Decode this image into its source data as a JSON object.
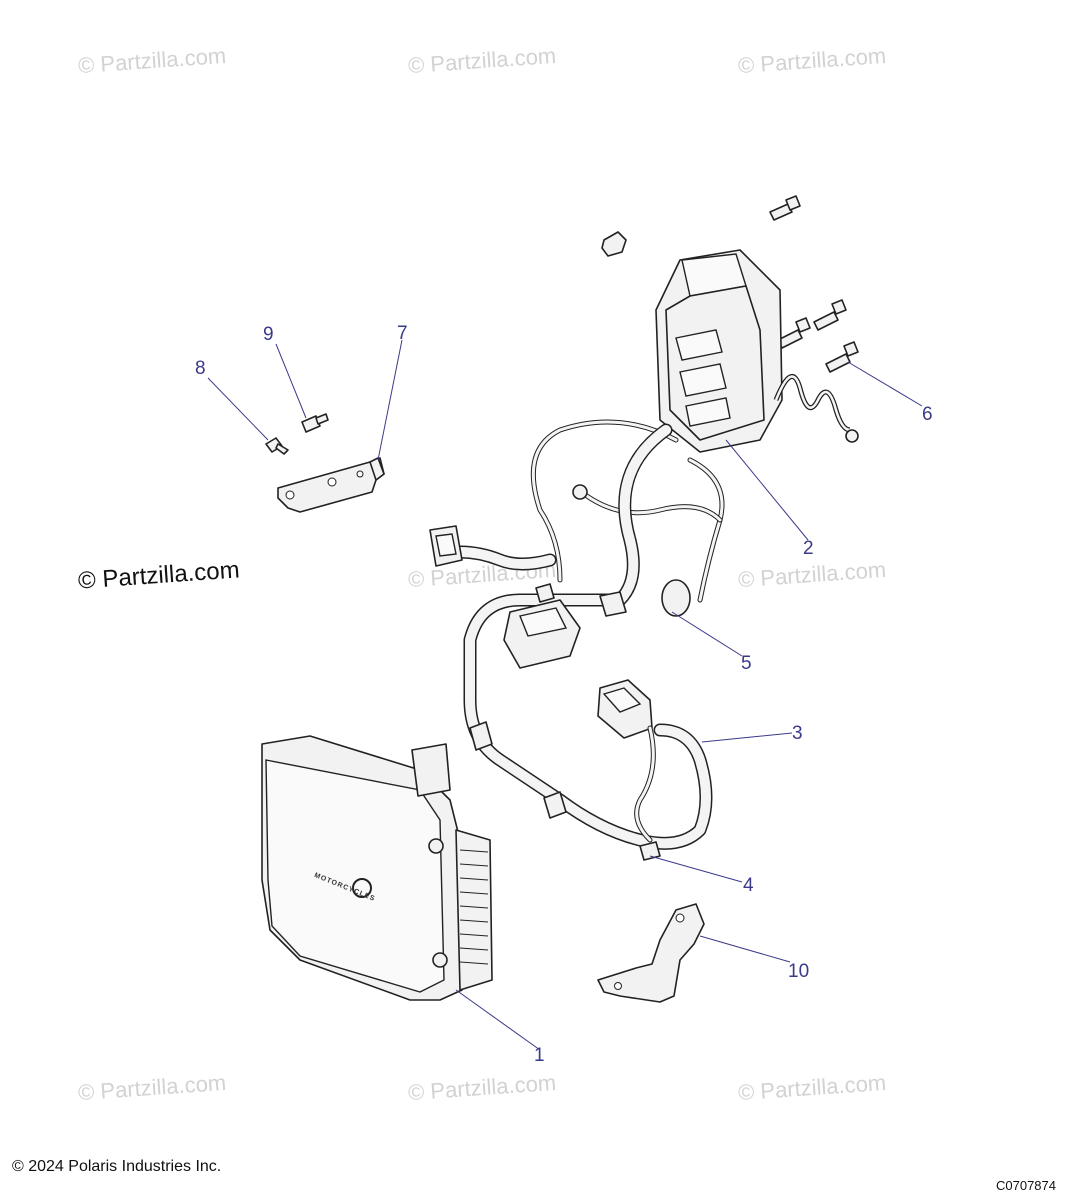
{
  "watermark": {
    "text": "© Partzilla.com",
    "main_text": "© Partzilla.com"
  },
  "callouts": {
    "c1": "1",
    "c2": "2",
    "c3": "3",
    "c4": "4",
    "c5": "5",
    "c6": "6",
    "c7": "7",
    "c8": "8",
    "c9": "9",
    "c10": "10"
  },
  "ecu_brand": "MOTORCYCLES",
  "footer": {
    "copyright": "© 2024 Polaris Industries Inc.",
    "figure_code": "C0707874"
  },
  "colors": {
    "callout": "#3a3a8a",
    "watermark": "#d2d2d2",
    "line_art": "#222222"
  }
}
